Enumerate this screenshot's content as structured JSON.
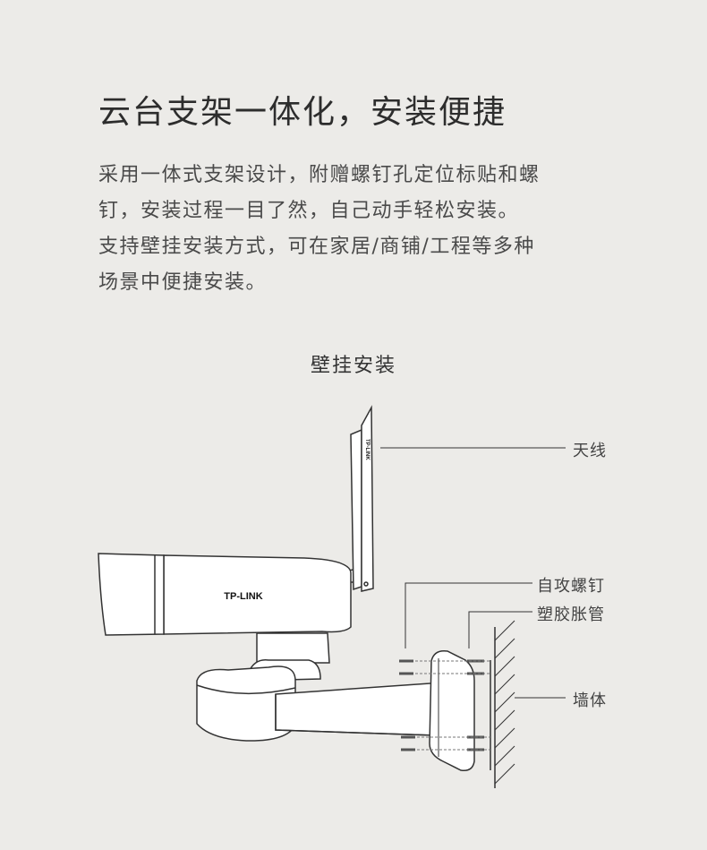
{
  "title": "云台支架一体化，安装便捷",
  "description": [
    "采用一体式支架设计，附赠螺钉孔定位标贴和螺",
    "钉，安装过程一目了然，自己动手轻松安装。",
    "支持壁挂安装方式，可在家居/商铺/工程等多种",
    "场景中便捷安装。"
  ],
  "diagram": {
    "title": "壁挂安装",
    "brand": "TP-LINK",
    "labels": {
      "antenna": "天线",
      "screw": "自攻螺钉",
      "anchor": "塑胶胀管",
      "wall": "墙体"
    }
  }
}
